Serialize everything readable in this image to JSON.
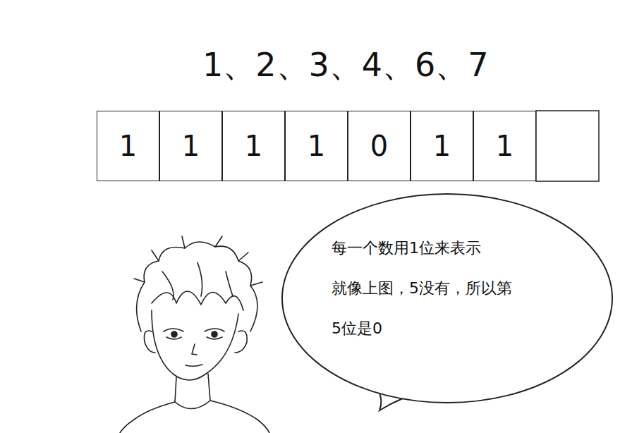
{
  "diagram": {
    "title": "1、2、3、4、6、7",
    "nodes": [
      {
        "text": [
          "1"
        ]
      },
      {
        "text": [
          "1"
        ]
      },
      {
        "text": [
          "1"
        ]
      },
      {
        "text": [
          "1"
        ]
      },
      {
        "text": [
          "0"
        ]
      },
      {
        "text": [
          "1"
        ]
      },
      {
        "text": [
          "1"
        ]
      },
      {
        "text": [
          "每一个数用1位来表示 就像上图，5没有，所以第 5位是0"
        ]
      }
    ]
  }
}
